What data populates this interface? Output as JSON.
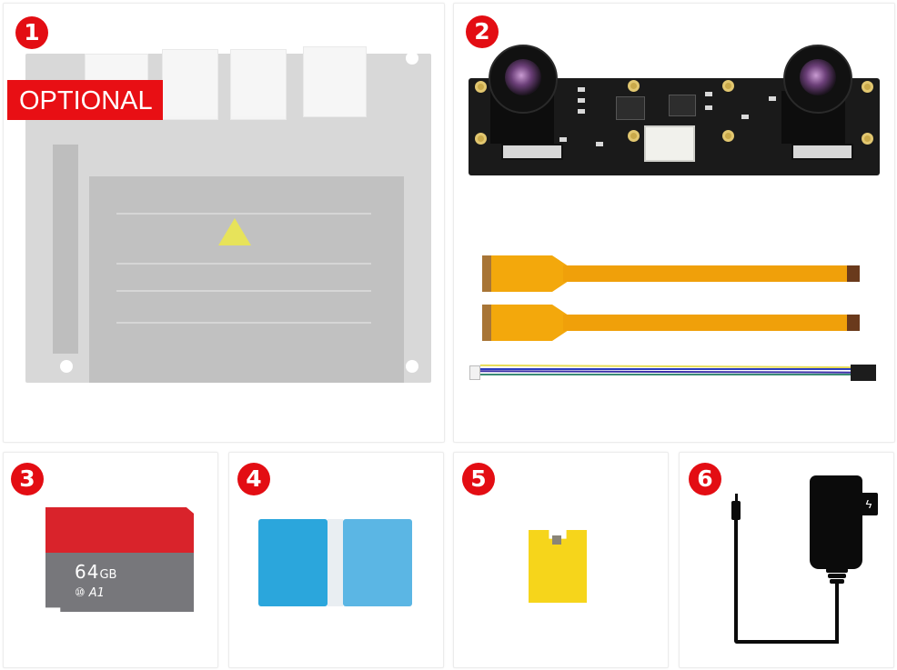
{
  "panels": [
    {
      "number": "1",
      "item": "jetson-nano-dev-board",
      "tag": "OPTIONAL"
    },
    {
      "number": "2",
      "item": "binocular-camera-module-with-cables"
    },
    {
      "number": "3",
      "item": "micro-sd-card",
      "capacity": "64",
      "unit": "GB",
      "class_marks": "⑩ A1"
    },
    {
      "number": "4",
      "item": "card-reader"
    },
    {
      "number": "5",
      "item": "jumper-cap"
    },
    {
      "number": "6",
      "item": "power-adapter",
      "bolt": "ϟ"
    }
  ],
  "colors": {
    "badge": "#e30d13",
    "optional_tag": "#e80f14",
    "sd_top": "#d9232b",
    "sd_bottom": "#77777b",
    "ribbon": "#f3a80c",
    "blue_left": "#2ba6dc",
    "blue_right": "#5bb6e4",
    "jumper": "#f6d51b"
  }
}
